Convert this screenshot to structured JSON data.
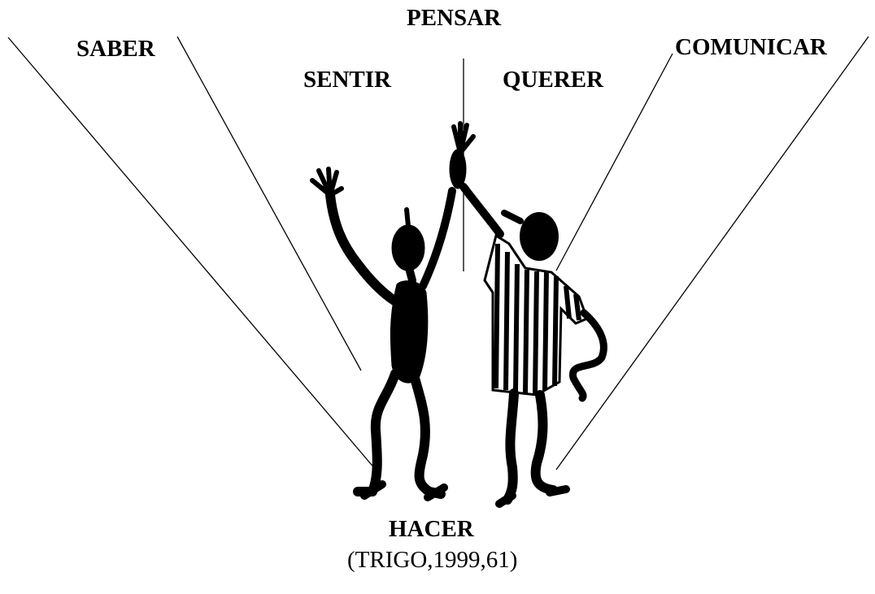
{
  "labels": {
    "pensar": "PENSAR",
    "saber": "SABER",
    "sentir": "SENTIR",
    "querer": "QUERER",
    "comunicar": "COMUNICAR",
    "hacer": "HACER"
  },
  "citation": "(TRIGO,1999,61)",
  "figures": {
    "left_figure": "dancing-figure-black",
    "right_figure": "dancing-figure-striped-shirt"
  },
  "colors": {
    "ink": "#000000",
    "background": "#ffffff"
  }
}
